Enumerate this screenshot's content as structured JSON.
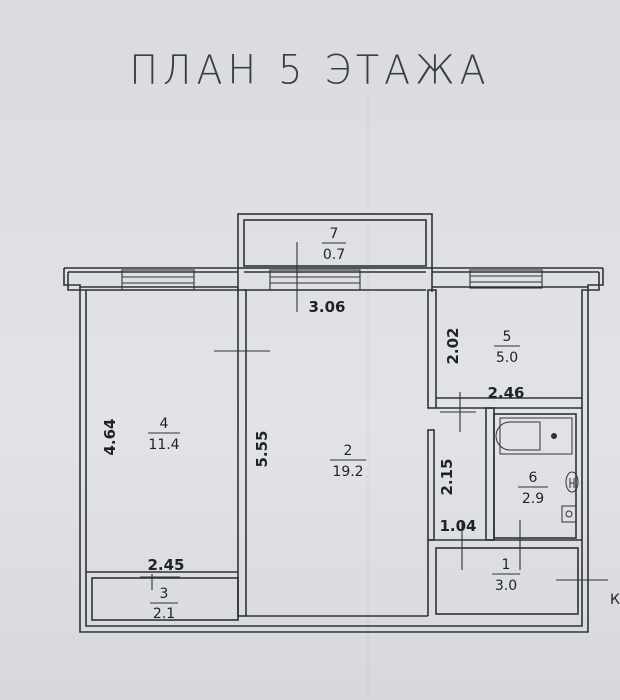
{
  "title": "ПЛАН 5 ЭТАЖА",
  "rooms": [
    {
      "number": "1",
      "area": "3.0"
    },
    {
      "number": "2",
      "area": "19.2"
    },
    {
      "number": "3",
      "area": "2.1"
    },
    {
      "number": "4",
      "area": "11.4"
    },
    {
      "number": "5",
      "area": "5.0"
    },
    {
      "number": "6",
      "area": "2.9"
    },
    {
      "number": "7",
      "area": "0.7"
    }
  ],
  "dimensions": {
    "d1": "3.06",
    "d2": "2.02",
    "d3": "2.46",
    "d4": "4.64",
    "d5": "5.55",
    "d6": "2.15",
    "d7": "2.45",
    "d8": "1.04"
  },
  "edge_mark": "К"
}
